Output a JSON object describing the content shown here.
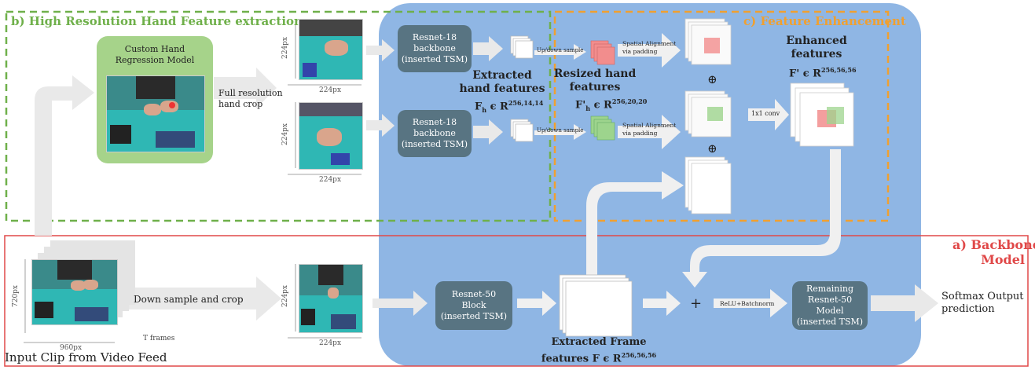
{
  "sections": {
    "hand_title": "b) High Resolution Hand Feature extraction",
    "enhance_title": "c) Feature Enhancement",
    "backbone_title_1": "a) Backbone",
    "backbone_title_2": "Model"
  },
  "hand_model": {
    "line1": "Custom Hand",
    "line2": "Regression Model"
  },
  "labels": {
    "full_res_1": "Full resolution",
    "full_res_2": "hand crop",
    "down_sample": "Down sample and crop",
    "t_frames": "T frames",
    "input_clip": "Input Clip from Video Feed",
    "dim_224": "224px",
    "dim_720": "720px",
    "dim_960": "960px",
    "updown_1": "Up/down sample",
    "updown_2": "Up/down sample",
    "spatial_1a": "Spatial Alignment",
    "spatial_1b": "via padding",
    "spatial_2a": "Spatial Alignment",
    "spatial_2b": "via padding",
    "conv": "1x1 conv",
    "relu": "ReLU+Batchnorm",
    "softmax_1": "Softmax Output",
    "softmax_2": "prediction",
    "oplus": "⊕",
    "plus": "+"
  },
  "blocks": {
    "resnet18_a": [
      "Resnet-18",
      "backbone",
      "(inserted TSM)"
    ],
    "resnet18_b": [
      "Resnet-18",
      "backbone",
      "(inserted TSM)"
    ],
    "resnet50": [
      "Resnet-50",
      "Block",
      "(inserted TSM)"
    ],
    "remaining": [
      "Remaining",
      "Resnet-50",
      "Model",
      "(inserted TSM)"
    ]
  },
  "features": {
    "extracted_1": "Extracted",
    "extracted_2": "hand features",
    "fh_main": "F",
    "fh_sub": "h",
    "fh_rest": " ϵ R",
    "fh_sup": "256,14,14",
    "resized_1": "Resized hand",
    "resized_2": "features",
    "fph_main": "F'",
    "fph_sub": "h",
    "fph_rest": " ϵ R",
    "fph_sup": "256,20,20",
    "enhanced_1": "Enhanced",
    "enhanced_2": "features",
    "fp_main": "F' ϵ R",
    "fp_sup": "256,56,56",
    "frame_1": "Extracted Frame",
    "frame_2": "features F ϵ R",
    "frame_sup": "256,56,56"
  }
}
